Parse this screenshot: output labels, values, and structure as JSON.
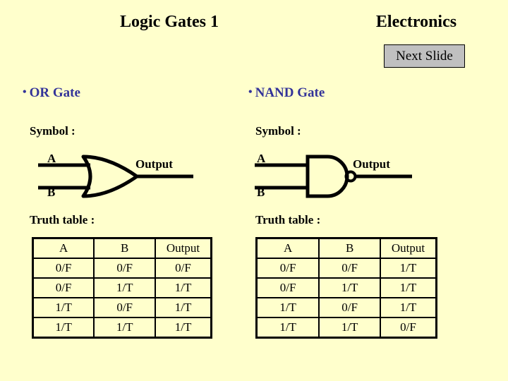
{
  "header": {
    "slide_title": "Logic Gates 1",
    "subject": "Electronics",
    "next_slide_label": "Next Slide"
  },
  "colors": {
    "background": "#ffffcc",
    "heading": "#333399",
    "button_face": "#c0c0c0",
    "ink": "#000000"
  },
  "gates": [
    {
      "heading": "OR Gate",
      "bullet": "•",
      "symbol_label": "Symbol :",
      "truth_label": "Truth table :",
      "symbol": {
        "shape": "or-gate",
        "input_a": "A",
        "input_b": "B",
        "output": "Output",
        "inverted": false
      },
      "truth_table": {
        "headers": [
          "A",
          "B",
          "Output"
        ],
        "rows": [
          [
            "0/F",
            "0/F",
            "0/F"
          ],
          [
            "0/F",
            "1/T",
            "1/T"
          ],
          [
            "1/T",
            "0/F",
            "1/T"
          ],
          [
            "1/T",
            "1/T",
            "1/T"
          ]
        ]
      }
    },
    {
      "heading": "NAND Gate",
      "bullet": "•",
      "symbol_label": "Symbol :",
      "truth_label": "Truth table :",
      "symbol": {
        "shape": "nand-gate",
        "input_a": "A",
        "input_b": "B",
        "output": "Output",
        "inverted": true
      },
      "truth_table": {
        "headers": [
          "A",
          "B",
          "Output"
        ],
        "rows": [
          [
            "0/F",
            "0/F",
            "1/T"
          ],
          [
            "0/F",
            "1/T",
            "1/T"
          ],
          [
            "1/T",
            "0/F",
            "1/T"
          ],
          [
            "1/T",
            "1/T",
            "0/F"
          ]
        ]
      }
    }
  ]
}
